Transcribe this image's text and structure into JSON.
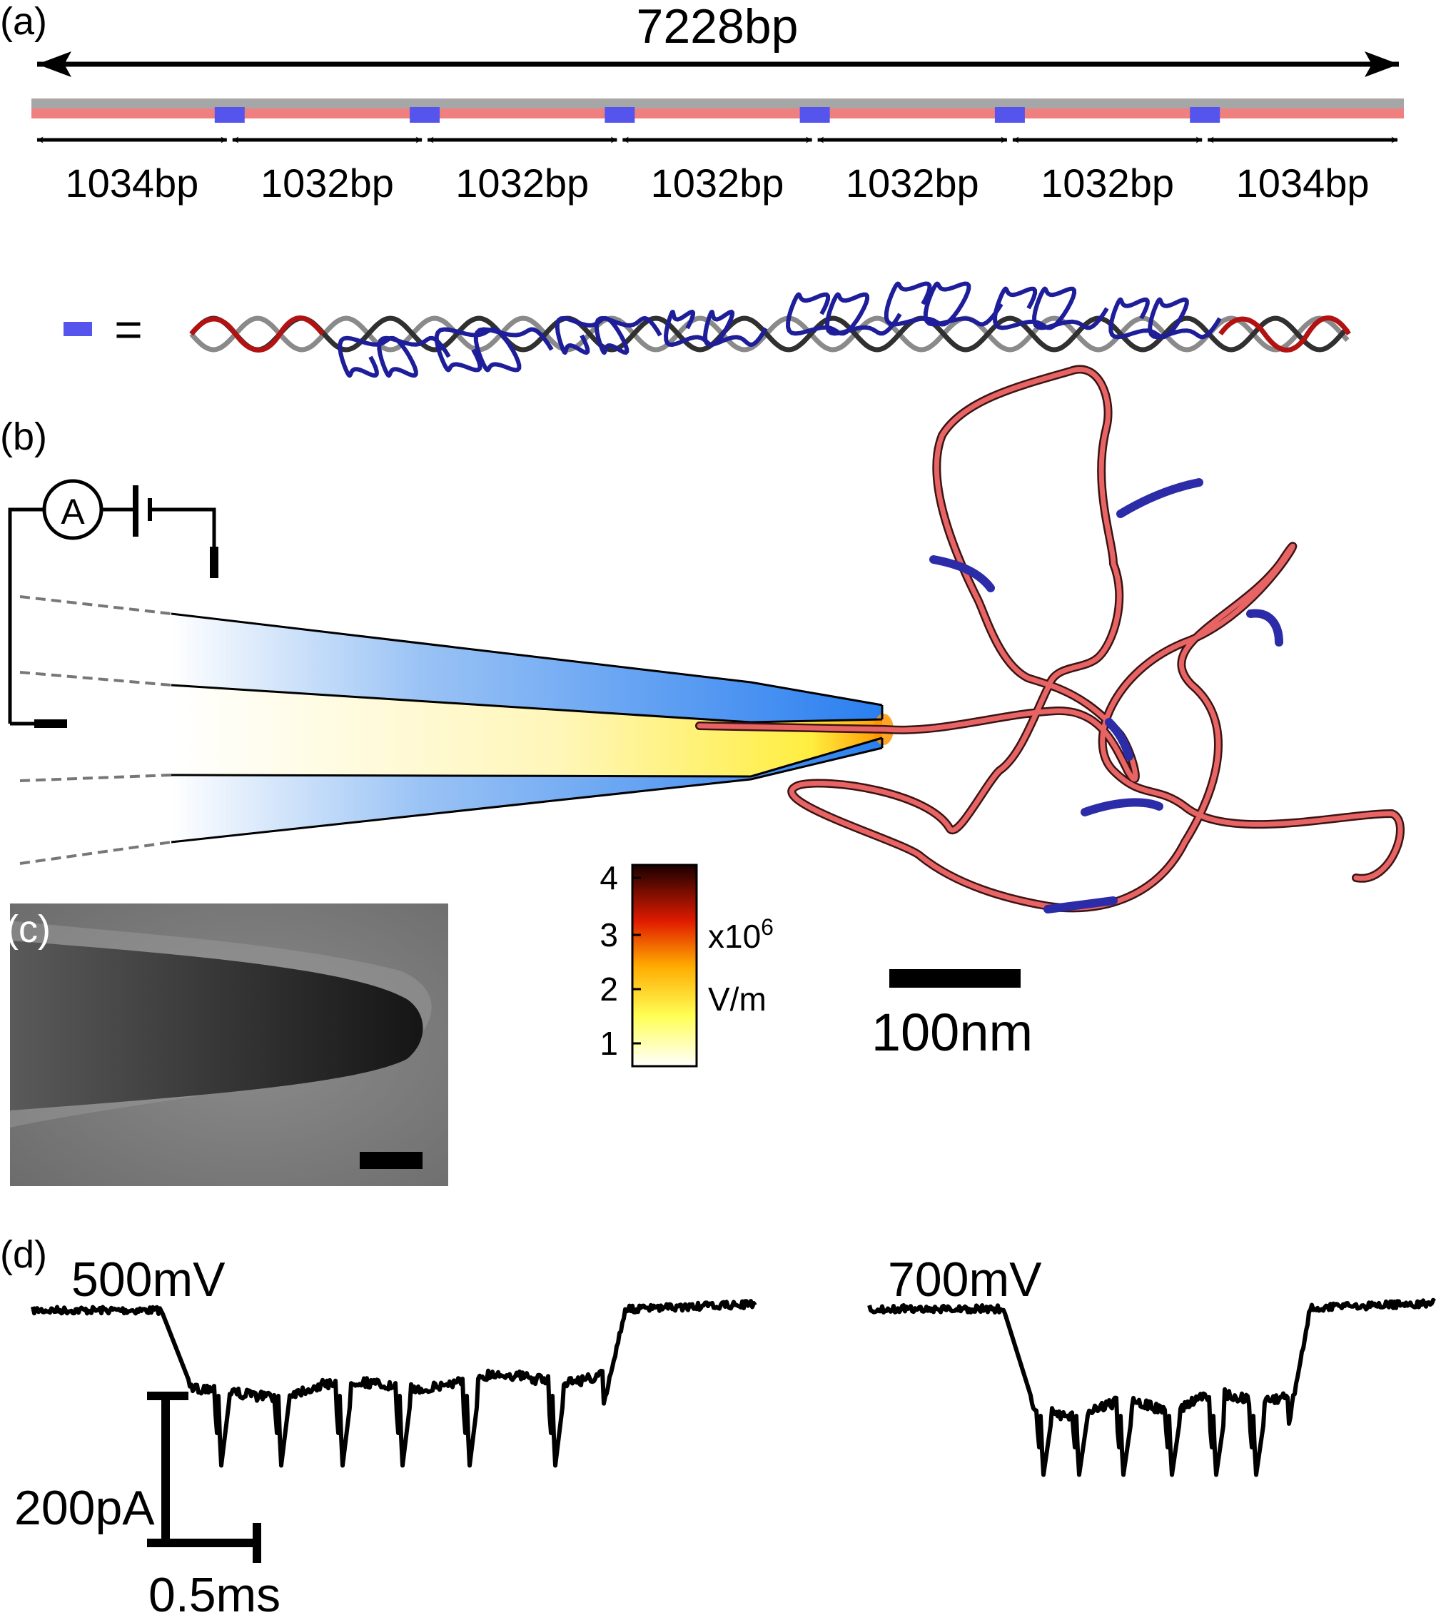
{
  "panels": {
    "a": {
      "label": "(a)"
    },
    "b": {
      "label": "(b)"
    },
    "c": {
      "label": "(c)"
    },
    "d": {
      "label": "(d)"
    }
  },
  "panel_a": {
    "total_length": "7228bp",
    "segments": [
      "1034bp",
      "1032bp",
      "1032bp",
      "1032bp",
      "1032bp",
      "1032bp",
      "1034bp"
    ],
    "legend_equals": "=",
    "marker_color": "#5555ee",
    "strand_top_color": "#a6a6a6",
    "strand_bottom_color": "#f07f7f"
  },
  "panel_b": {
    "ammeter_label": "A",
    "colorbar": {
      "ticks": [
        "4",
        "3",
        "2",
        "1"
      ],
      "unit_multiplier": "x10",
      "unit_exponent": "6",
      "unit": "V/m"
    },
    "scale_bar": "100nm"
  },
  "panel_d": {
    "trace_left_label": "500mV",
    "trace_right_label": "700mV",
    "scale_current": "200pA",
    "scale_time": "0.5ms"
  }
}
